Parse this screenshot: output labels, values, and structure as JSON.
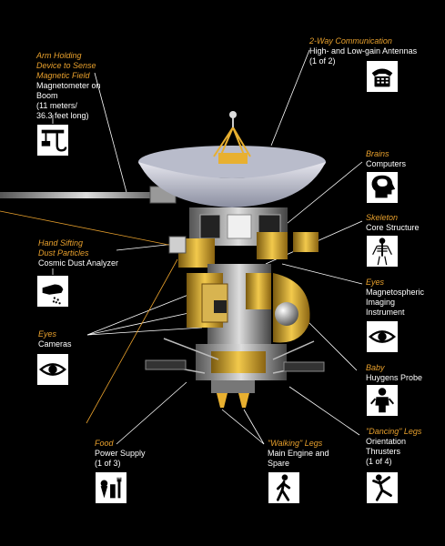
{
  "colors": {
    "background": "#000000",
    "highlight": "#e8a02c",
    "text": "#ffffff",
    "leader": "#ffffff",
    "icon_bg": "#ffffff"
  },
  "callouts": [
    {
      "id": "magnetometer",
      "title": "Arm Holding\nDevice to Sense\nMagnetic Field",
      "body": "Magnetometer on\nBoom\n(11 meters/\n36.3 feet long)",
      "icon": "magnet-hook-icon"
    },
    {
      "id": "antennas",
      "title": "2-Way Communication",
      "body": "High- and Low-gain Antennas\n(1 of 2)",
      "icon": "telephone-icon"
    },
    {
      "id": "computers",
      "title": "Brains",
      "body": "Computers",
      "icon": "head-brain-icon"
    },
    {
      "id": "structure",
      "title": "Skeleton",
      "body": "Core Structure",
      "icon": "skeleton-icon"
    },
    {
      "id": "dust",
      "title": "Hand Sifting\nDust Particles",
      "body": "Cosmic Dust Analyzer",
      "icon": "hand-sifting-icon"
    },
    {
      "id": "magnetospheric",
      "title": "Eyes",
      "body": "Magnetospheric\nImaging\nInstrument",
      "icon": "eye-icon"
    },
    {
      "id": "cameras",
      "title": "Eyes",
      "body": "Cameras",
      "icon": "eye-icon"
    },
    {
      "id": "huygens",
      "title": "Baby",
      "body": "Huygens Probe",
      "icon": "baby-icon"
    },
    {
      "id": "power",
      "title": "Food",
      "body": "Power Supply\n(1 of 3)",
      "icon": "food-icon"
    },
    {
      "id": "engine",
      "title": "\"Walking\" Legs",
      "body": "Main Engine and\nSpare",
      "icon": "walking-figure-icon"
    },
    {
      "id": "thrusters",
      "title": "\"Dancing\" Legs",
      "body": "Orientation\nThrusters\n(1 of 4)",
      "icon": "dancing-figure-icon"
    }
  ]
}
